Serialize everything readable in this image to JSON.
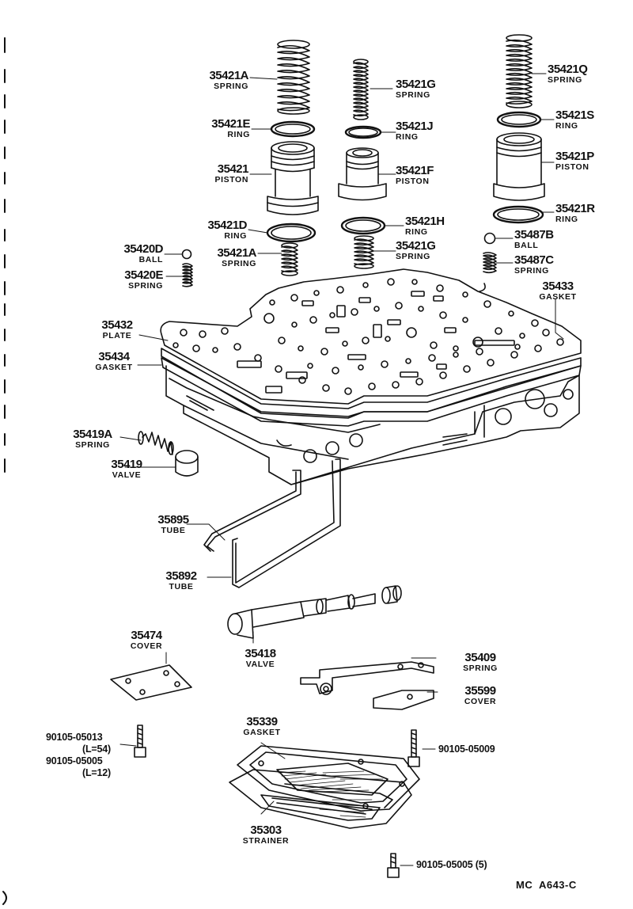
{
  "parts": [
    {
      "id": "p35421A_top",
      "number": "35421A",
      "name": "SPRING"
    },
    {
      "id": "p35421E",
      "number": "35421E",
      "name": "RING"
    },
    {
      "id": "p35421",
      "number": "35421",
      "name": "PISTON"
    },
    {
      "id": "p35421D",
      "number": "35421D",
      "name": "RING"
    },
    {
      "id": "p35420D",
      "number": "35420D",
      "name": "BALL"
    },
    {
      "id": "p35421A_low",
      "number": "35421A",
      "name": "SPRING"
    },
    {
      "id": "p35420E",
      "number": "35420E",
      "name": "SPRING"
    },
    {
      "id": "p35421G_top",
      "number": "35421G",
      "name": "SPRING"
    },
    {
      "id": "p35421J",
      "number": "35421J",
      "name": "RING"
    },
    {
      "id": "p35421F",
      "number": "35421F",
      "name": "PISTON"
    },
    {
      "id": "p35421H",
      "number": "35421H",
      "name": "RING"
    },
    {
      "id": "p35421G_low",
      "number": "35421G",
      "name": "SPRING"
    },
    {
      "id": "p35421Q",
      "number": "35421Q",
      "name": "SPRING"
    },
    {
      "id": "p35421S",
      "number": "35421S",
      "name": "RING"
    },
    {
      "id": "p35421P",
      "number": "35421P",
      "name": "PISTON"
    },
    {
      "id": "p35421R",
      "number": "35421R",
      "name": "RING"
    },
    {
      "id": "p35487B",
      "number": "35487B",
      "name": "BALL"
    },
    {
      "id": "p35487C",
      "number": "35487C",
      "name": "SPRING"
    },
    {
      "id": "p35433",
      "number": "35433",
      "name": "GASKET"
    },
    {
      "id": "p35432",
      "number": "35432",
      "name": "PLATE"
    },
    {
      "id": "p35434",
      "number": "35434",
      "name": "GASKET"
    },
    {
      "id": "p35419A",
      "number": "35419A",
      "name": "SPRING"
    },
    {
      "id": "p35419",
      "number": "35419",
      "name": "VALVE"
    },
    {
      "id": "p35895",
      "number": "35895",
      "name": "TUBE"
    },
    {
      "id": "p35892",
      "number": "35892",
      "name": "TUBE"
    },
    {
      "id": "p35474",
      "number": "35474",
      "name": "COVER"
    },
    {
      "id": "p35418",
      "number": "35418",
      "name": "VALVE"
    },
    {
      "id": "p35409",
      "number": "35409",
      "name": "SPRING"
    },
    {
      "id": "p35599",
      "number": "35599",
      "name": "COVER"
    },
    {
      "id": "p35339",
      "number": "35339",
      "name": "GASKET"
    },
    {
      "id": "p35303",
      "number": "35303",
      "name": "STRAINER"
    }
  ],
  "bolts": {
    "b1_line1": "90105-05013",
    "b1_line2": "(L=54)",
    "b1_line3": "90105-05005",
    "b1_line4": "(L=12)",
    "b2": "90105-05009",
    "b3": "90105-05005 (5)"
  },
  "drawing_code": "MC  A643-C"
}
